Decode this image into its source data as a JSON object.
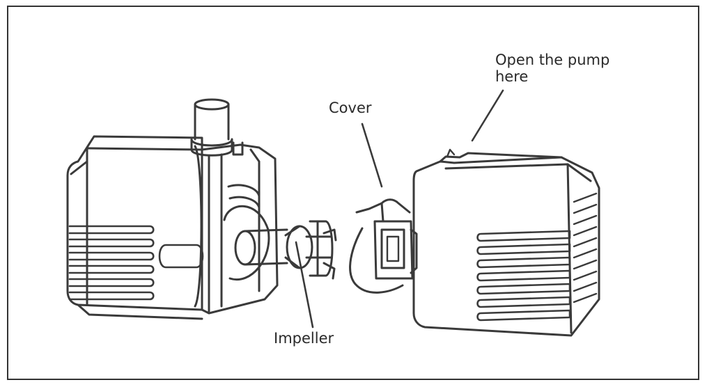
{
  "labels": {
    "open_line1": "Open the pump",
    "open_line2": "here",
    "cover": "Cover",
    "impeller": "Impeller"
  },
  "colors": {
    "stroke": "#3a3a3a",
    "border": "#333333",
    "background": "#ffffff"
  }
}
